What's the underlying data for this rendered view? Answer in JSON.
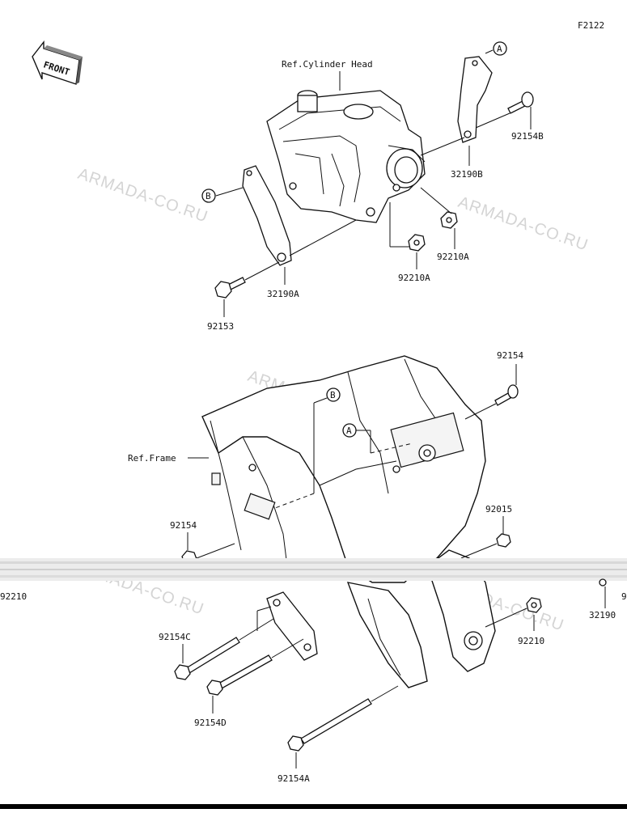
{
  "diagram": {
    "code": "F2122",
    "front_label": "FRONT",
    "watermark": "ARMADA-CO.RU",
    "ref_cylinder_head": "Ref.Cylinder Head",
    "ref_frame": "Ref.Frame",
    "callout_a": "A",
    "callout_b": "B",
    "parts": {
      "p92154B": "92154B",
      "p32190B": "32190B",
      "p92210A_right": "92210A",
      "p92210A_left": "92210A",
      "p32190A": "32190A",
      "p92153": "92153",
      "p92154_top": "92154",
      "p92154_left": "92154",
      "p92015": "92015",
      "p92210_left": "92210",
      "p32190_right": "32190",
      "p9_cut": "9",
      "p92210_right": "92210",
      "p92154C": "92154C",
      "p92154D": "92154D",
      "p92154A": "92154A"
    }
  }
}
